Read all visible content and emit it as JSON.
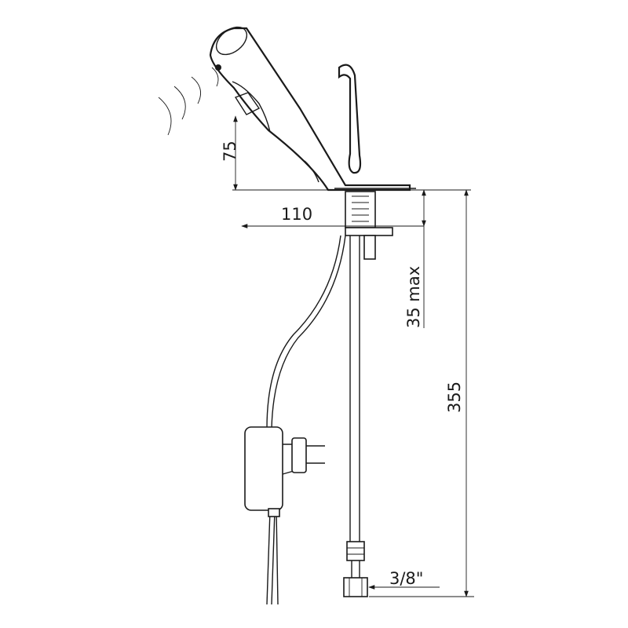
{
  "dimensions": {
    "spout_height": "75",
    "projection": "110",
    "deck_thickness": "35 max",
    "total_height": "355",
    "connection": "3/8\""
  }
}
